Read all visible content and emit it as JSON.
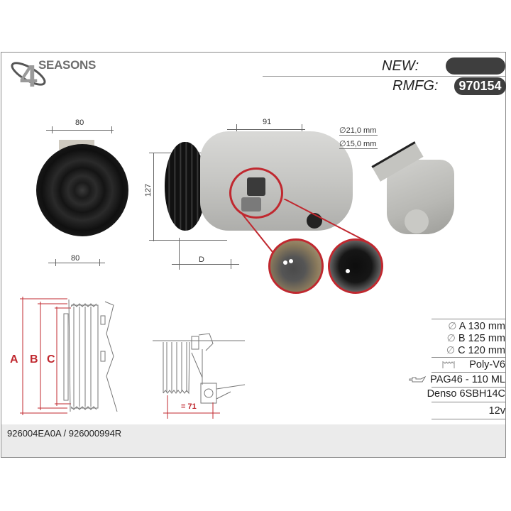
{
  "header": {
    "brand": "SEASONS",
    "brand_numeral": "4",
    "new_label": "NEW:",
    "new_value": "",
    "rmfg_label": "RMFG:",
    "rmfg_value": "970154"
  },
  "photo_dimensions": {
    "front_top_width": "80",
    "front_bottom_width": "80",
    "side_length": "91",
    "side_height": "127",
    "side_depth_label": "D",
    "port_diameter_1": "∅21,0 mm",
    "port_diameter_2": "∅15,0 mm"
  },
  "drawing": {
    "label_a": "A",
    "label_b": "B",
    "label_c": "C",
    "offset_label": "= 71"
  },
  "specs": [
    {
      "icon": "diameter-icon",
      "text": "A 130 mm"
    },
    {
      "icon": "diameter-icon",
      "text": "B 125 mm"
    },
    {
      "icon": "diameter-icon",
      "text": "C 120 mm"
    },
    {
      "icon": "pulley-groove-icon",
      "text": "Poly-V6"
    },
    {
      "icon": "oil-can-icon",
      "text": "PAG46 - 110 ML"
    },
    {
      "icon": "",
      "text": "Denso 6SBH14C"
    },
    {
      "icon": "",
      "text": "12v"
    }
  ],
  "footer": {
    "oem_numbers": "926004EA0A / 926000994R"
  },
  "colors": {
    "accent_red": "#c0282f",
    "pill_dark": "#3e3e3e",
    "footer_bg": "#ebebeb",
    "logo_gray": "#6d6d6d"
  }
}
